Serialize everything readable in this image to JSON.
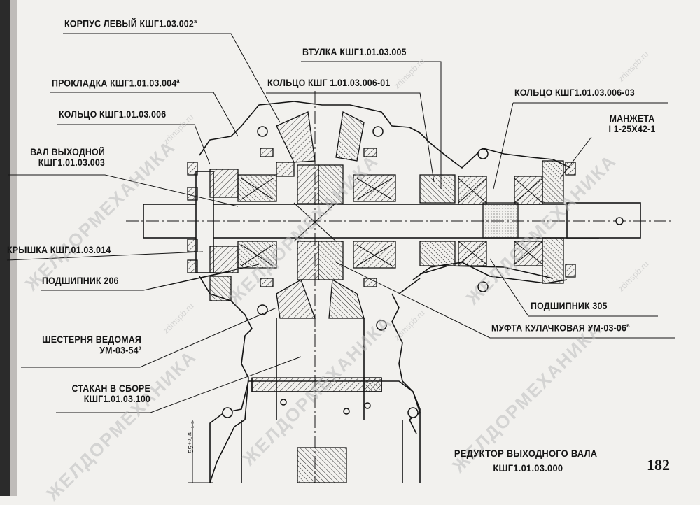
{
  "labels": {
    "korpus": "КОРПУС ЛЕВЫЙ КШГ1.03.002",
    "korpus_sup": "а",
    "vtulka": "ВТУЛКА КШГ1.01.03.005",
    "prokladka": "ПРОКЛАДКА КШГ1.01.03.004",
    "prokladka_sup": "а",
    "kolco_01": "КОЛЬЦО КШГ 1.01.03.006-01",
    "kolco_03": "КОЛЬЦО КШГ1.01.03.006-03",
    "kolco": "КОЛЬЦО КШГ1.01.03.006",
    "manzheta_1": "МАНЖЕТА",
    "manzheta_2": "I 1-25Х42-1",
    "val_1": "ВАЛ ВЫХОДНОЙ",
    "val_2": "КШГ1.01.03.003",
    "kryshka": "КРЫШКА КШГ.01.03.014",
    "podsh_206": "ПОДШИПНИК 206",
    "podsh_305": "ПОДШИПНИК 305",
    "shesternya_1": "ШЕСТЕРНЯ ВЕДОМАЯ",
    "shesternya_2": "УМ-03-54",
    "shesternya_sup": "а",
    "mufta": "МУФТА КУЛАЧКОВАЯ УМ-03-06",
    "mufta_sup": "в",
    "stakan_1": "СТАКАН В СБОРЕ",
    "stakan_2": "КШГ1.01.03.100"
  },
  "title": {
    "line1": "РЕДУКТОР ВЫХОДНОГО ВАЛА",
    "line2": "КШГ1.01.03.000"
  },
  "page_number": "182",
  "dimension": "55⁺⁰·²¹₋₁,₃",
  "watermarks": {
    "main": "ЖЕЛДОРМЕХАНИКА",
    "site": "zdmspb.ru"
  },
  "colors": {
    "ink": "#141414",
    "paper": "#f2f1ee",
    "hatch": "#2a2a2a"
  }
}
